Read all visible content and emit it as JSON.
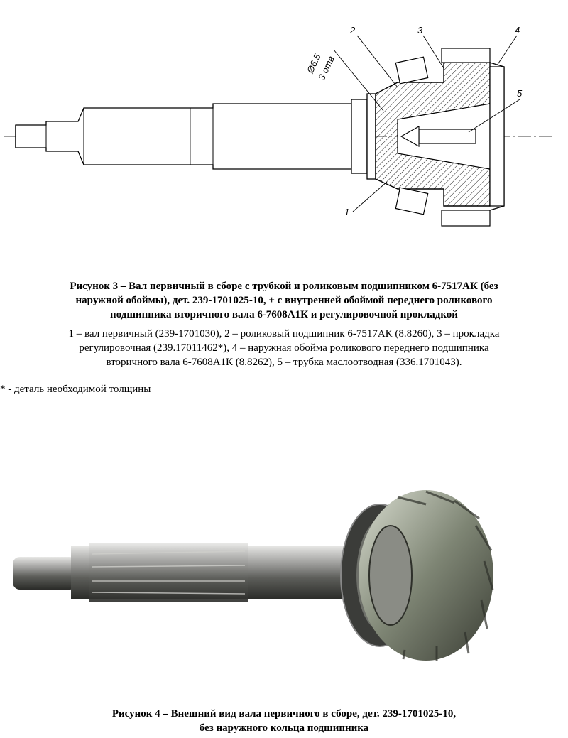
{
  "figure3": {
    "callouts": [
      "1",
      "2",
      "3",
      "4",
      "5"
    ],
    "dimension_label": "Ø6.5",
    "dimension_sub": "3 отв",
    "caption": [
      "Рисунок 3 – Вал первичный в сборе с трубкой и роликовым подшипником 6-7517АК (без",
      "наружной обоймы), дет. 239-1701025-10, + с внутренней обоймой переднего роликового",
      "подшипника вторичного вала 6-7608А1К и регулировочной прокладкой"
    ],
    "legend": [
      "1 – вал первичный (239-1701030), 2 – роликовый подшипник 6-7517АК (8.8260), 3 – прокладка",
      "регулировочная (239.17011462*), 4 – наружная обойма роликового переднего подшипника",
      "вторичного вала 6-7608А1К (8.8262), 5 – трубка маслоотводная (336.1701043)."
    ],
    "note": "* - деталь необходимой толщины"
  },
  "figure4": {
    "caption": [
      "Рисунок 4 – Внешний вид вала первичного в сборе, дет. 239-1701025-10,",
      "без наружного кольца подшипника"
    ]
  }
}
